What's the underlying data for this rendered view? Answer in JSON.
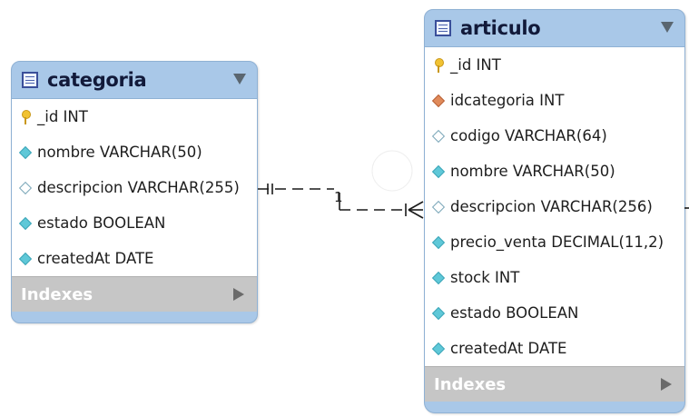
{
  "entities": {
    "categoria": {
      "title": "categoria",
      "columns": [
        {
          "label": "_id INT",
          "icon": "primary-key-icon"
        },
        {
          "label": "nombre VARCHAR(50)",
          "icon": "not-null-column-icon"
        },
        {
          "label": "descripcion VARCHAR(255)",
          "icon": "nullable-column-icon"
        },
        {
          "label": "estado BOOLEAN",
          "icon": "not-null-column-icon"
        },
        {
          "label": "createdAt DATE",
          "icon": "not-null-column-icon"
        }
      ],
      "indexes_label": "Indexes"
    },
    "articulo": {
      "title": "articulo",
      "columns": [
        {
          "label": "_id INT",
          "icon": "primary-key-icon"
        },
        {
          "label": "idcategoria INT",
          "icon": "foreign-key-icon"
        },
        {
          "label": "codigo VARCHAR(64)",
          "icon": "nullable-column-icon"
        },
        {
          "label": "nombre VARCHAR(50)",
          "icon": "not-null-column-icon"
        },
        {
          "label": "descripcion VARCHAR(256)",
          "icon": "nullable-column-icon"
        },
        {
          "label": "precio_venta DECIMAL(11,2)",
          "icon": "not-null-column-icon"
        },
        {
          "label": "stock INT",
          "icon": "not-null-column-icon"
        },
        {
          "label": "estado BOOLEAN",
          "icon": "not-null-column-icon"
        },
        {
          "label": "createdAt DATE",
          "icon": "not-null-column-icon"
        }
      ],
      "indexes_label": "Indexes"
    }
  },
  "relationship": {
    "cardinality_label": "1",
    "from": "categoria",
    "to": "articulo",
    "style": "one-to-many, non-identifying (dashed)"
  },
  "colors": {
    "header": "#a9c8e8",
    "indexes_bar": "#c6c6c6",
    "column_icon": "#5fc8d8",
    "foreign_key_icon": "#e08a5a",
    "primary_key_icon": "#f1c232"
  }
}
